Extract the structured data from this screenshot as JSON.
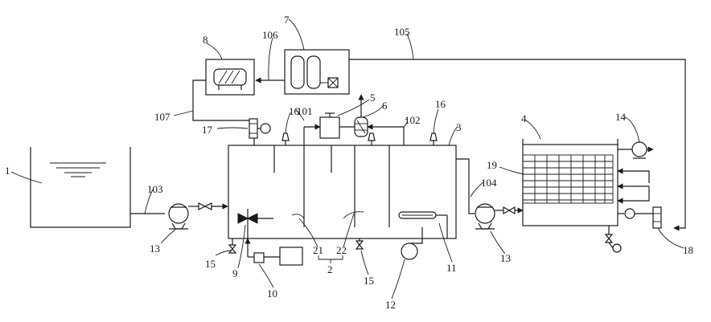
{
  "labels": {
    "l1": "1",
    "l2": "2",
    "l3": "3",
    "l4": "4",
    "l5": "5",
    "l6": "6",
    "l7": "7",
    "l8": "8",
    "l9": "9",
    "l10": "10",
    "l11": "11",
    "l12": "12",
    "l13a": "13",
    "l13b": "13",
    "l14": "14",
    "l15a": "15",
    "l15b": "15",
    "l16a": "16",
    "l16b": "16",
    "l17": "17",
    "l18": "18",
    "l19": "19",
    "l21": "21",
    "l22": "22",
    "l101": "101",
    "l102": "102",
    "l103": "103",
    "l104": "104",
    "l105": "105",
    "l106": "106",
    "l107": "107"
  }
}
